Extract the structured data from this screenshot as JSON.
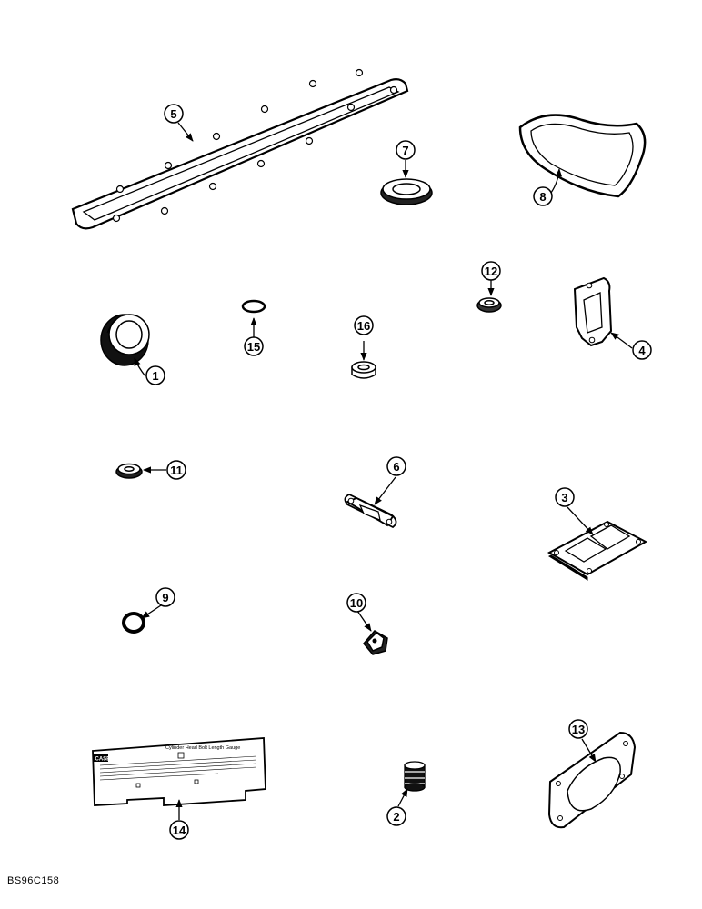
{
  "figure_code": "BS96C158",
  "callouts": {
    "c1": "1",
    "c2": "2",
    "c3": "3",
    "c4": "4",
    "c5": "5",
    "c6": "6",
    "c7": "7",
    "c8": "8",
    "c9": "9",
    "c10": "10",
    "c11": "11",
    "c12": "12",
    "c13": "13",
    "c14": "14",
    "c15": "15",
    "c16": "16"
  },
  "gauge": {
    "logo": "CASE",
    "title": "Cylinder Head Bolt Length Gauge"
  },
  "colors": {
    "ink": "#000000",
    "paper": "#ffffff"
  }
}
